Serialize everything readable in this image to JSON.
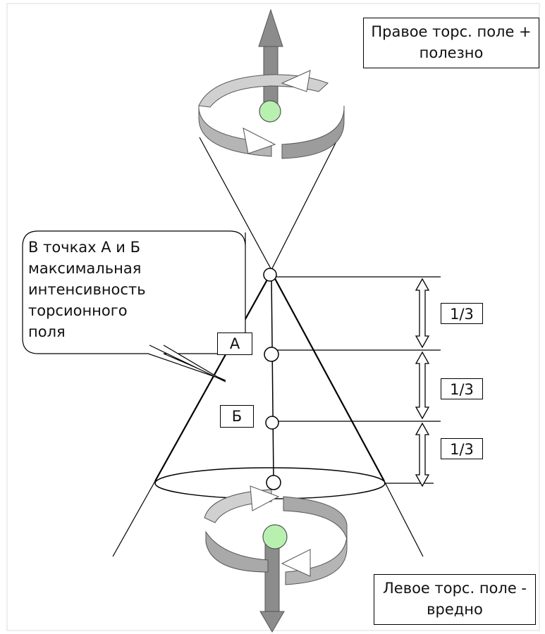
{
  "top_box": {
    "line1": "Правое торс. поле +",
    "line2": "полезно"
  },
  "bottom_box": {
    "line1": "Левое торс. поле -",
    "line2": "вредно"
  },
  "callout": {
    "lines": [
      "В точках  А и Б",
      "максимальная",
      "интенсивность",
      "торсионного",
      "поля"
    ]
  },
  "point_labels": {
    "a": "А",
    "b": "Б"
  },
  "fractions": [
    "1/3",
    "1/3",
    "1/3"
  ],
  "colors": {
    "arrow": "#8c8c8c",
    "ball": "#b8f0b0",
    "line": "#000000"
  },
  "icons": [
    "up-arrow-icon",
    "down-arrow-icon",
    "rotation-arrow-icon"
  ]
}
